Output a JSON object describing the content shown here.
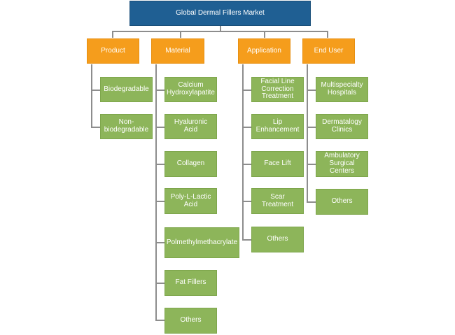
{
  "diagram": {
    "title": "Global Dermal Fillers Market",
    "colors": {
      "root": "#1f5f93",
      "category": "#f59d1c",
      "item": "#8db55a",
      "connector": "#8d8d8d",
      "text": "#ffffff"
    },
    "categories": [
      {
        "label": "Product",
        "items": [
          "Biodegradable",
          "Non-\nbiodegradable"
        ]
      },
      {
        "label": "Material",
        "items": [
          "Calcium\nHydroxylapatite",
          "Hyaluronic Acid",
          "Collagen",
          "Poly-L-Lactic Acid",
          "Polmethylmethacrylate",
          "Fat Fillers",
          "Others"
        ]
      },
      {
        "label": "Application",
        "items": [
          "Facial Line\nCorrection\nTreatment",
          "Lip\nEnhancement",
          "Face Lift",
          "Scar Treatment",
          "Others"
        ]
      },
      {
        "label": "End User",
        "items": [
          "Multispecialty\nHospitals",
          "Dermatalogy\nClinics",
          "Ambulatory\nSurgical Centers",
          "Others"
        ]
      }
    ]
  }
}
